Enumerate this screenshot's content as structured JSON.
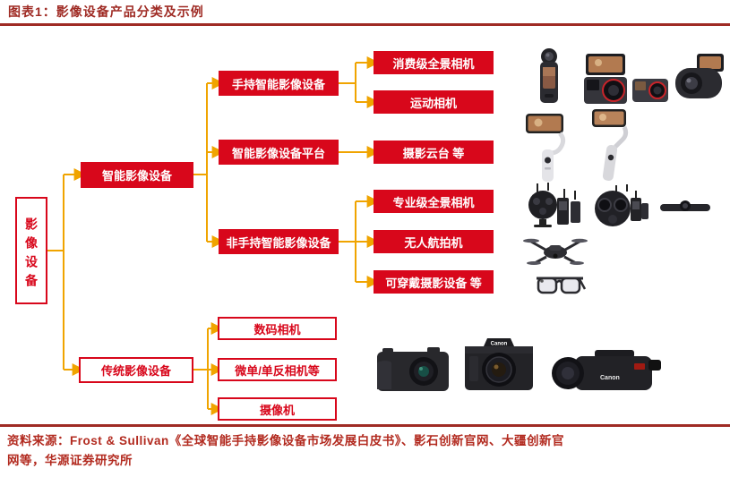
{
  "figure": {
    "title": "图表1：影像设备产品分类及示例",
    "source": {
      "line1": "资料来源：Frost & Sullivan《全球智能手持影像设备市场发展白皮书》、影石创新官网、大疆创新官",
      "line2": "网等，华源证券研究所"
    }
  },
  "tree": {
    "root": {
      "label": "影像设备"
    },
    "smart": {
      "label": "智能影像设备",
      "children": [
        {
          "label": "手持智能影像设备",
          "children": [
            {
              "label": "消费级全景相机"
            },
            {
              "label": "运动相机"
            }
          ]
        },
        {
          "label": "智能影像设备平台",
          "children": [
            {
              "label": "摄影云台 等"
            }
          ]
        },
        {
          "label": "非手持智能影像设备",
          "children": [
            {
              "label": "专业级全景相机"
            },
            {
              "label": "无人航拍机"
            },
            {
              "label": "可穿戴摄影设备 等"
            }
          ]
        }
      ]
    },
    "traditional": {
      "label": "传统影像设备",
      "children": [
        {
          "label": "数码相机"
        },
        {
          "label": "微单/单反相机等"
        },
        {
          "label": "摄像机"
        }
      ]
    }
  },
  "brand_label": "Canon",
  "colors": {
    "node_red": "#D8071B",
    "connector_orange": "#F0A400",
    "title_red": "#9F2B24",
    "source_red": "#B22A1F"
  },
  "illustrations": {
    "consumer_cluster": [
      "panoramic-pocket-camera",
      "action-camera-with-flip-screen",
      "action-camera",
      "pod-action-camera"
    ],
    "gimbals": [
      "phone-gimbal",
      "phone-gimbal-folded"
    ],
    "professional_cluster": [
      "spherical-panoramic-camera",
      "multi-lens-vr-camera",
      "conference-bar-camera"
    ],
    "drone": "quadcopter-drone",
    "wearable": "camera-glasses",
    "traditional": [
      "compact-digital-camera",
      "dslr-camera",
      "camcorder"
    ]
  }
}
